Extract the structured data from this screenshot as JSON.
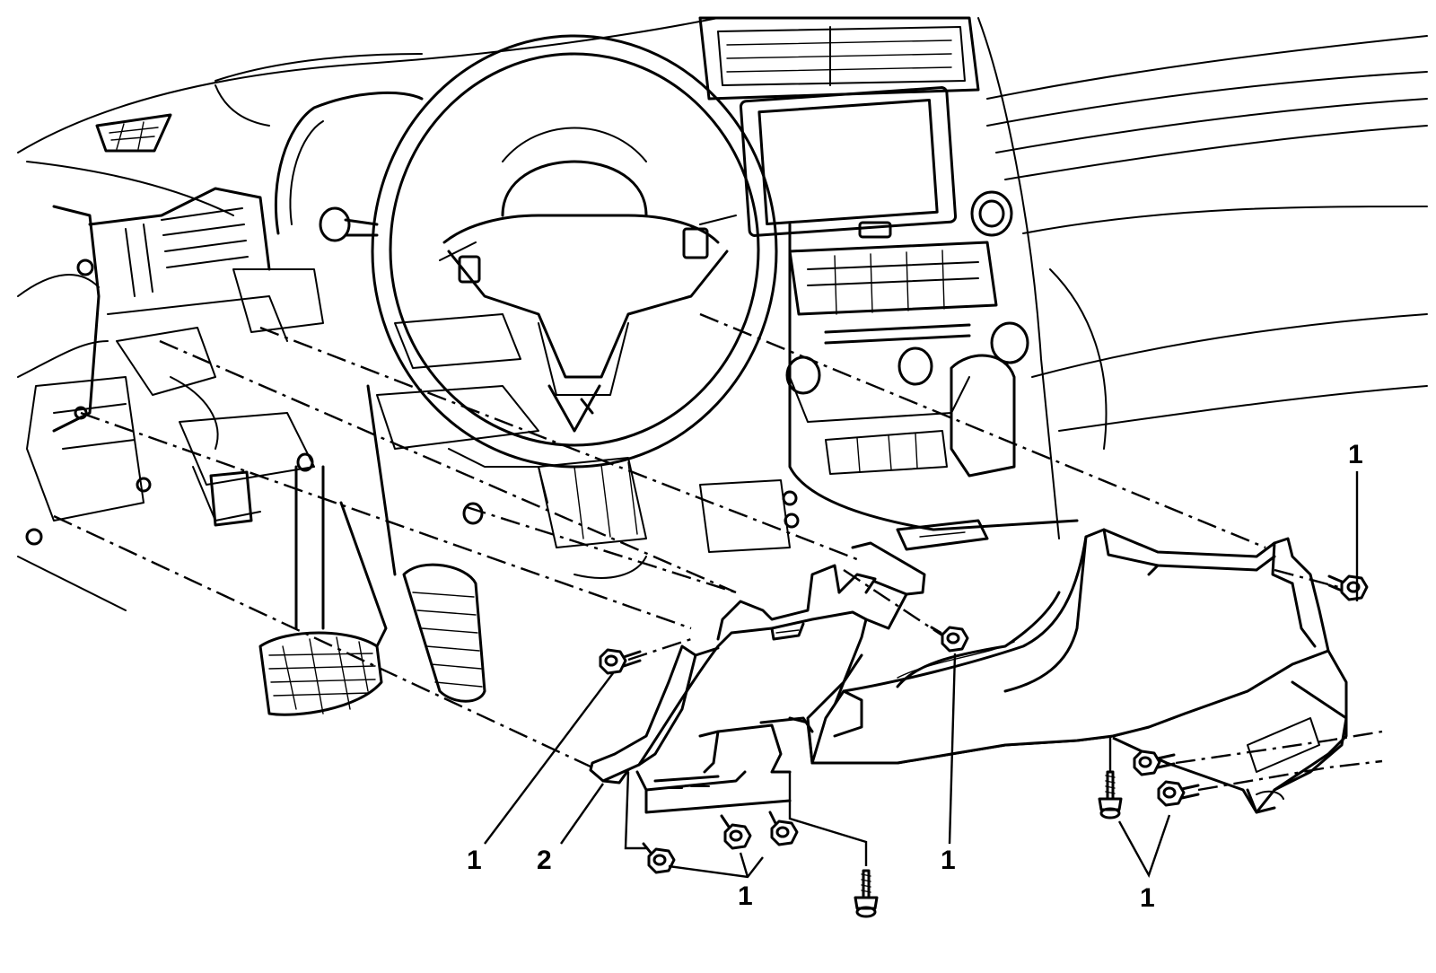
{
  "callouts": {
    "c1": "1",
    "c2": "1",
    "c3": "1",
    "c4": "1",
    "c5": "1",
    "c6": "2"
  }
}
